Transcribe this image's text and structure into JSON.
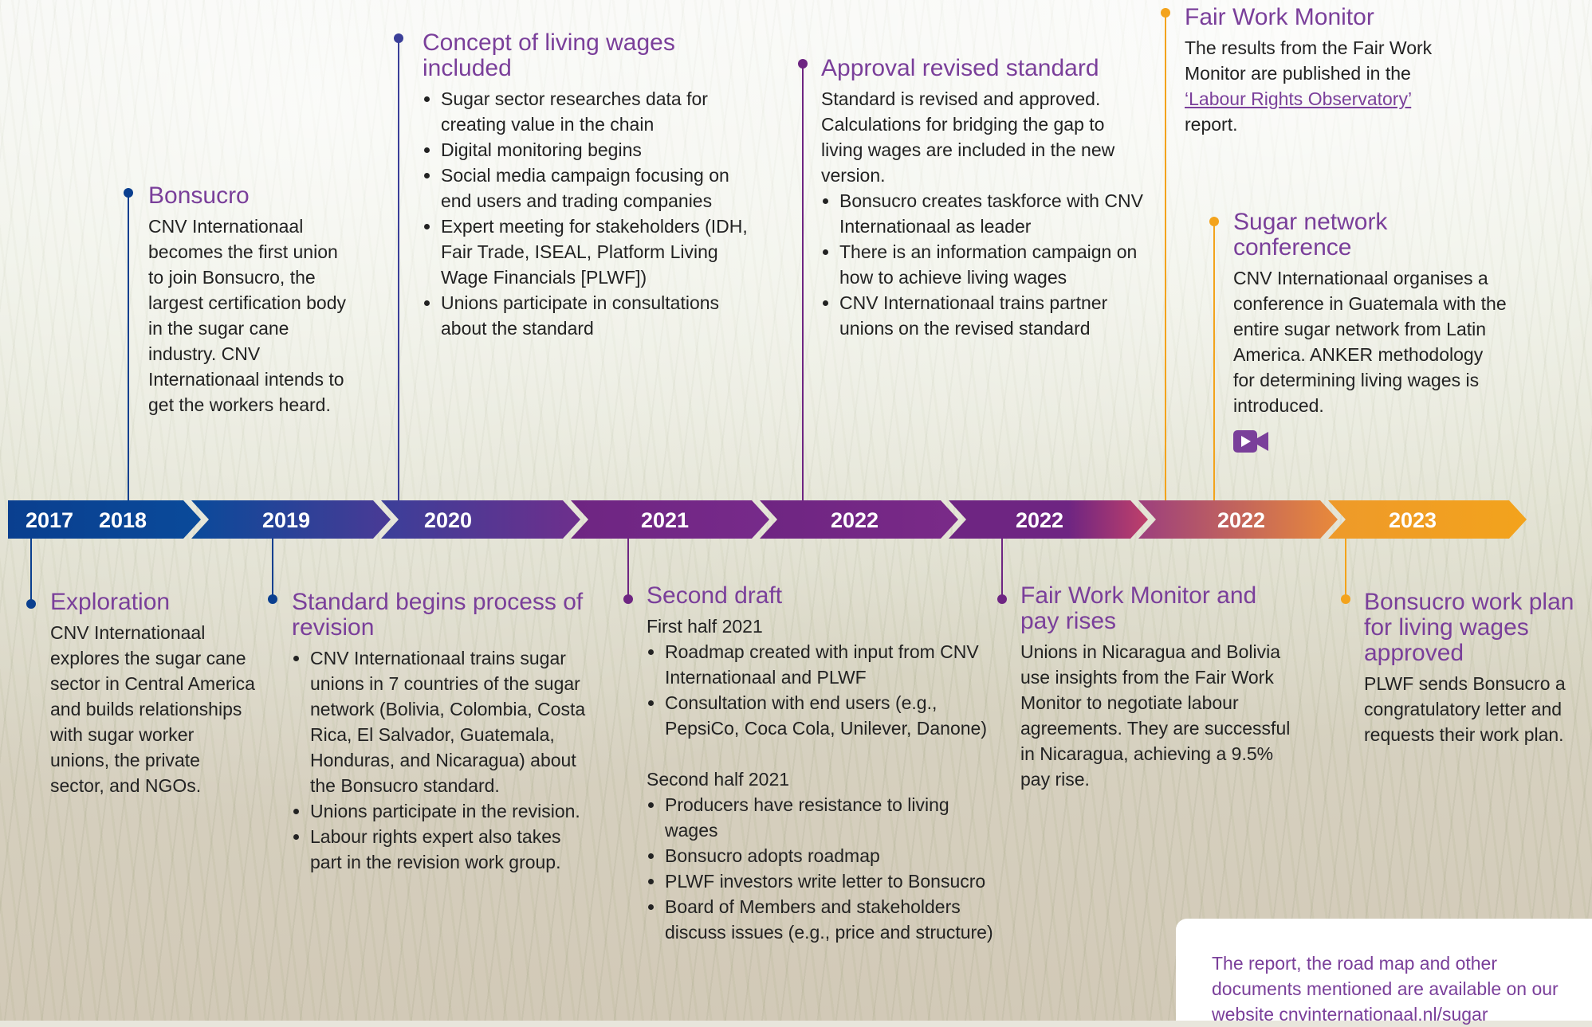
{
  "timeline": {
    "years": [
      "2017",
      "2018",
      "2019",
      "2020",
      "2021",
      "2022",
      "2022",
      "2022",
      "2023"
    ],
    "colors": {
      "blue": "#0a3f8f",
      "purple": "#6e2582",
      "orange": "#f3a31c",
      "title_purple": "#7a3f9a"
    }
  },
  "events": {
    "exploration": {
      "title": "Exploration",
      "text": "CNV Internationaal explores the sugar cane sector in Central America and builds relationships with sugar worker unions, the private sector, and NGOs."
    },
    "bonsucro": {
      "title": "Bonsucro",
      "text": "CNV Internationaal becomes the first union to join Bonsucro, the largest certification body in the sugar cane industry. CNV Internationaal intends to get the workers heard."
    },
    "standard_revision": {
      "title": "Standard begins process of revision",
      "items": [
        "CNV Internationaal trains sugar unions in 7 countries of the sugar network (Bolivia, Colombia, Costa Rica, El Salvador, Guatemala, Honduras, and Nicaragua) about the Bonsucro standard.",
        "Unions participate in the revision.",
        "Labour rights expert also takes part in the revision work group."
      ]
    },
    "living_wages_concept": {
      "title": "Concept of living wages included",
      "items": [
        "Sugar sector researches data for creating value in the chain",
        "Digital monitoring begins",
        "Social media campaign focusing on end users and trading companies",
        "Expert meeting for stakeholders (IDH, Fair Trade, ISEAL, Platform Living Wage Financials [PLWF])",
        "Unions participate in consultations about the standard"
      ]
    },
    "second_draft": {
      "title": "Second draft",
      "first_half_label": "First half 2021",
      "first_half_items": [
        "Roadmap created with input from CNV Internationaal and PLWF",
        "Consultation with end users (e.g., PepsiCo, Coca Cola, Unilever, Danone)"
      ],
      "second_half_label": "Second half 2021",
      "second_half_items": [
        "Producers have resistance to living wages",
        "Bonsucro adopts roadmap",
        "PLWF investors write letter to Bonsucro",
        "Board of Members and stakeholders discuss issues (e.g., price and structure)"
      ]
    },
    "approval": {
      "title": "Approval revised standard",
      "text": "Standard is revised and approved. Calculations for bridging the gap to living wages are included in the new version.",
      "items": [
        "Bonsucro creates taskforce with CNV Internationaal as leader",
        "There is an information campaign on how to achieve living wages",
        "CNV Internationaal trains partner unions on the revised standard"
      ]
    },
    "fwm_pay_rises": {
      "title": "Fair Work Monitor and pay rises",
      "text": "Unions in Nicaragua and Bolivia use insights from the Fair Work Monitor to negotiate labour agreements. They are successful in Nicaragua, achieving a 9.5% pay rise."
    },
    "fair_work_monitor": {
      "title": "Fair Work Monitor",
      "text_before": "The results from the Fair Work Monitor are published in the ",
      "link": "‘Labour Rights Observatory’",
      "text_after": " report."
    },
    "sugar_network": {
      "title": "Sugar network conference",
      "text": "CNV Internationaal organises a conference in Guatemala with the entire sugar network from Latin America. ANKER methodology for determining living wages is introduced.",
      "icon": "video-icon"
    },
    "work_plan": {
      "title": "Bonsucro work plan for living wages approved",
      "text": "PLWF sends Bonsucro a congratulatory letter and requests their work plan."
    }
  },
  "footer": {
    "text": "The report, the road map and other documents mentioned are available on our website cnvinternationaal.nl/sugar"
  }
}
